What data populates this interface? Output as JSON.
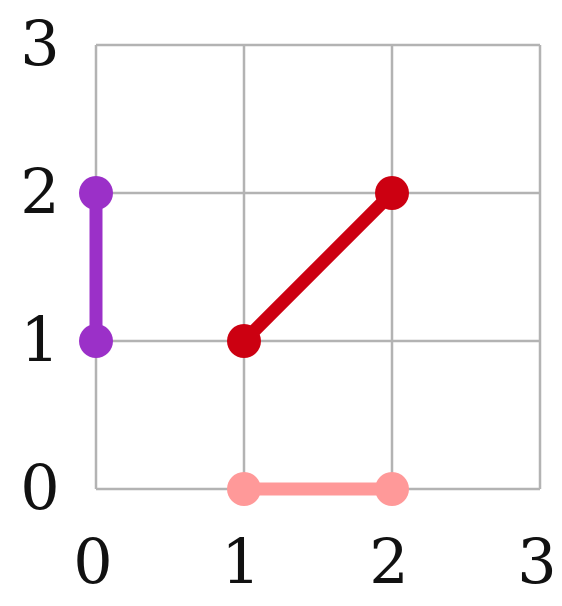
{
  "chart_data": {
    "type": "line",
    "title": "",
    "xlabel": "",
    "ylabel": "",
    "xlim": [
      0,
      3
    ],
    "ylim": [
      0,
      3
    ],
    "grid": true,
    "legend": "none",
    "x_ticks": [
      "0",
      "1",
      "2",
      "3"
    ],
    "y_ticks": [
      "0",
      "1",
      "2",
      "3"
    ],
    "series": [
      {
        "color": "#9b30c8",
        "points": [
          [
            0,
            1
          ],
          [
            0,
            2
          ]
        ]
      },
      {
        "color": "#cc0011",
        "points": [
          [
            1,
            1
          ],
          [
            2,
            2
          ]
        ]
      },
      {
        "color": "#ff9999",
        "points": [
          [
            1,
            0
          ],
          [
            2,
            0
          ]
        ]
      }
    ]
  }
}
